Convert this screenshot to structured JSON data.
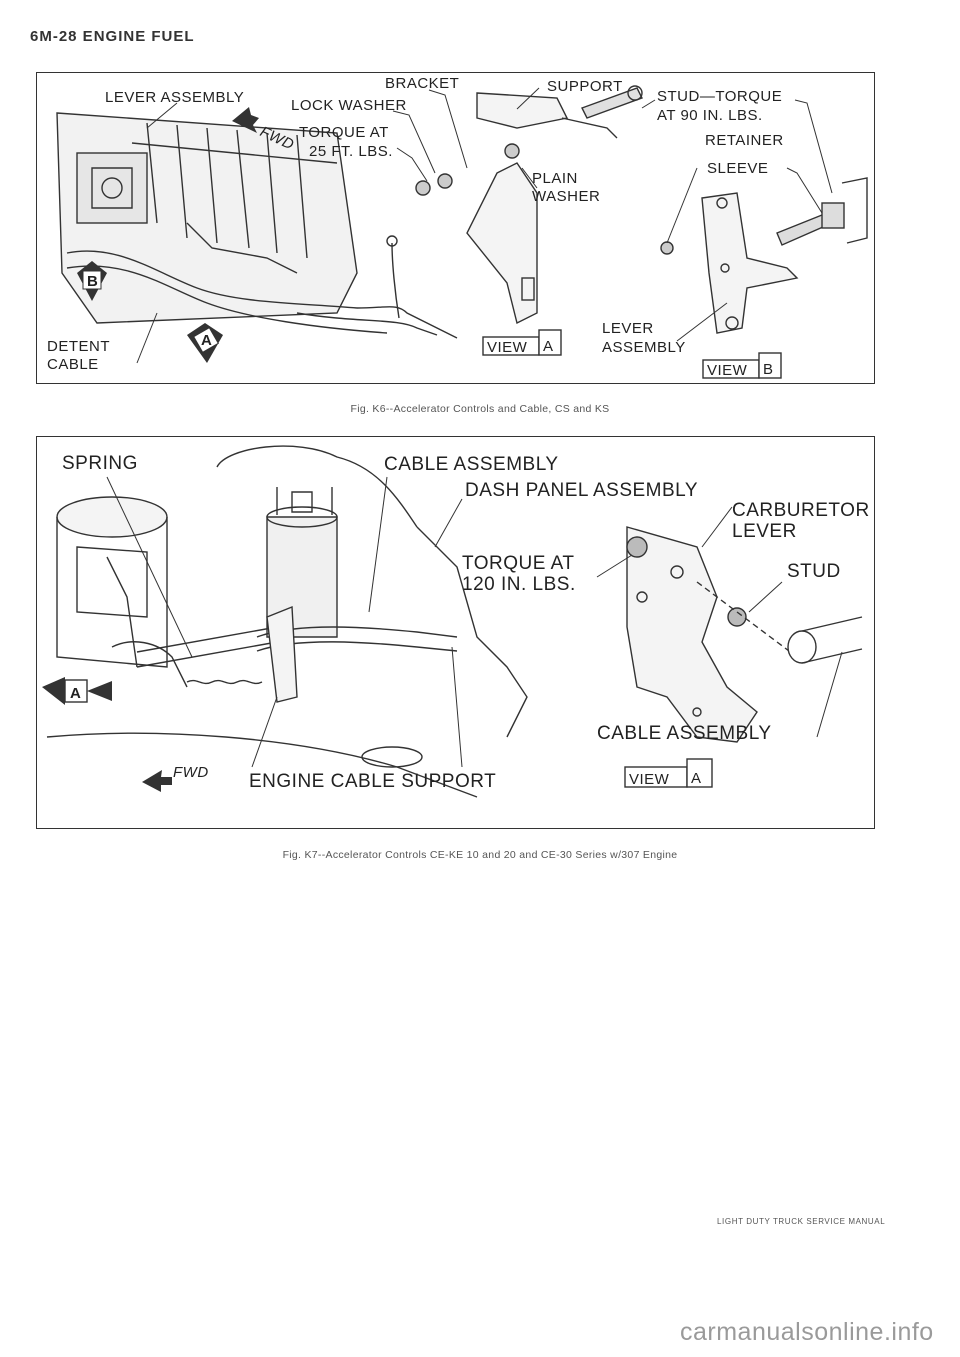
{
  "page": {
    "header": "6M-28 ENGINE FUEL",
    "footer": "LIGHT DUTY TRUCK SERVICE MANUAL",
    "watermark": "carmanualsonline.info"
  },
  "figure1": {
    "caption": "Fig. K6--Accelerator Controls and Cable, CS and KS",
    "labels": {
      "lever_assembly_top": "LEVER ASSEMBLY",
      "bracket": "BRACKET",
      "support": "SUPPORT",
      "lock_washer": "LOCK WASHER",
      "torque_at": "TORQUE AT",
      "torque_value": "25 FT. LBS.",
      "stud_torque": "STUD—TORQUE",
      "stud_torque_value": "AT 90 IN. LBS.",
      "retainer": "RETAINER",
      "sleeve": "SLEEVE",
      "plain": "PLAIN",
      "washer": "WASHER",
      "detent": "DETENT",
      "cable": "CABLE",
      "lever": "LEVER",
      "assembly": "ASSEMBLY",
      "fwd": "FWD",
      "view_word": "VIEW",
      "view_a": "A",
      "view_b": "B",
      "callout_a": "A",
      "callout_b": "B"
    }
  },
  "figure2": {
    "caption": "Fig. K7--Accelerator Controls CE-KE 10 and 20 and CE-30 Series w/307 Engine",
    "labels": {
      "spring": "SPRING",
      "cable_assembly_top": "CABLE ASSEMBLY",
      "dash_panel_assembly": "DASH PANEL ASSEMBLY",
      "carburetor": "CARBURETOR",
      "lever": "LEVER",
      "torque_at": "TORQUE AT",
      "torque_value": "120 IN. LBS.",
      "stud": "STUD",
      "cable_assembly_bottom": "CABLE ASSEMBLY",
      "engine_cable_support": "ENGINE CABLE SUPPORT",
      "fwd": "FWD",
      "view_word": "VIEW",
      "view_a": "A",
      "callout_a": "A"
    }
  }
}
